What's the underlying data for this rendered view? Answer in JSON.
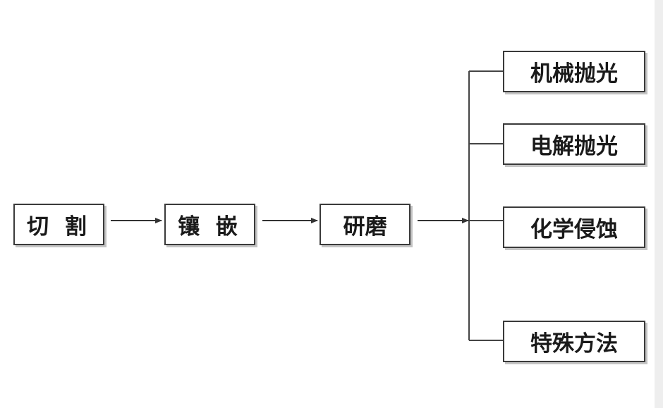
{
  "diagram": {
    "steps": {
      "cut": "切 割",
      "mount": "镶 嵌",
      "grind": "研磨"
    },
    "branches": {
      "mechanical_polish": "机械抛光",
      "electrolytic_polish": "电解抛光",
      "chemical_etch": "化学侵蚀",
      "special_method": "特殊方法"
    }
  }
}
